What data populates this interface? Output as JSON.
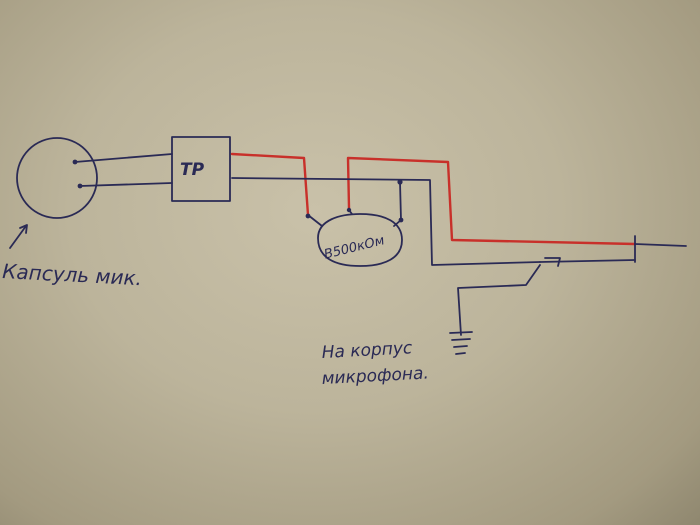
{
  "labels": {
    "transformer": "ТР",
    "resistor": "В500кОм",
    "capsule": "Капсуль мик.",
    "ground_line1": "На корпус",
    "ground_line2": "микрофона."
  },
  "colors": {
    "ink": "#2a2a55",
    "red_wire": "#c8302a",
    "paper": "#c9c1a9"
  }
}
